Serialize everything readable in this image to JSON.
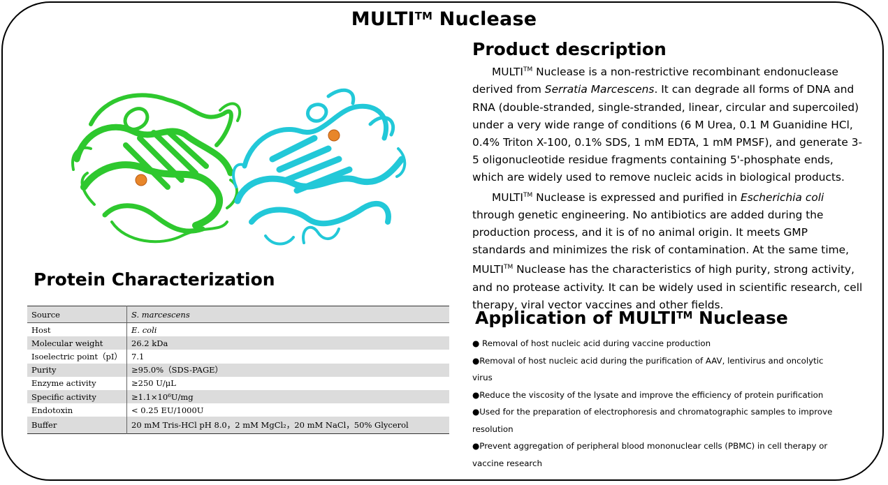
{
  "title": "MULTI",
  "title_tm": "TM",
  "title_rest": " Nuclease",
  "protein_image": "protein-structure-icon",
  "characterization": {
    "heading": "Protein Characterization",
    "rows": [
      {
        "key": "Source",
        "value": "S. marcescens"
      },
      {
        "key": "Host",
        "value": "E. coli"
      },
      {
        "key": "Molecular weight",
        "value": "26.2 kDa"
      },
      {
        "key": "Isoelectric point（pI）",
        "value": "7.1"
      },
      {
        "key": "Purity",
        "value": "≥95.0%（SDS-PAGE）"
      },
      {
        "key": "Enzyme activity",
        "value": "≥250 U/μL"
      },
      {
        "key": "Specific activity",
        "value": "≥1.1×10⁶U/mg"
      },
      {
        "key": "Endotoxin",
        "value": "< 0.25 EU/1000U"
      },
      {
        "key": "Buffer",
        "value": "20 mM Tris-HCl pH 8.0，2 mM MgCl₂，20 mM NaCl，50% Glycerol"
      }
    ]
  },
  "description": {
    "heading": "Product description",
    "p1_a": "MULTI",
    "p1_tm": "TM",
    "p1_b": " Nuclease is a non-restrictive recombinant endonuclease derived from ",
    "p1_species": "Serratia Marcescens",
    "p1_c": ". It can degrade all forms of DNA and RNA (double-stranded, single-stranded, linear, circular and supercoiled) under a very wide range of conditions (6 M Urea, 0.1 M Guanidine HCl, 0.4% Triton X-100, 0.1% SDS, 1 mM EDTA, 1 mM PMSF), and generate 3-5 oligonucleotide residue fragments containing 5'-phosphate ends, which are widely used to remove nucleic acids in biological products.",
    "p2_a": "MULTI",
    "p2_tm": "TM",
    "p2_b": " Nuclease is expressed and purified in ",
    "p2_species": "Escherichia coli",
    "p2_c": " through genetic engineering. No antibiotics are added during the production process, and it is of no animal origin. It meets GMP standards and minimizes the risk of contamination. At the same time, MULTI",
    "p2_tm2": "TM",
    "p2_d": " Nuclease has the characteristics of high purity, strong activity, and no protease activity. It can be widely used in scientific research, cell therapy, viral vector vaccines and other fields."
  },
  "application": {
    "heading_a": "Application of MULTI",
    "heading_tm": "TM",
    "heading_b": " Nuclease",
    "items": [
      "● Removal of host nucleic acid during vaccine production",
      "●Removal of host nucleic acid during the purification of AAV, lentivirus and oncolytic virus",
      "●Reduce the viscosity of the lysate and improve the efficiency of protein purification",
      "●Used for the preparation of electrophoresis and chromatographic samples to improve resolution",
      "●Prevent aggregation of peripheral blood mononuclear cells (PBMC) in cell therapy or vaccine research"
    ]
  },
  "colors": {
    "chain_a": "#2ec82e",
    "chain_b": "#22c8d8",
    "ion": "#e8862a",
    "table_shade": "#dcdcdc"
  }
}
